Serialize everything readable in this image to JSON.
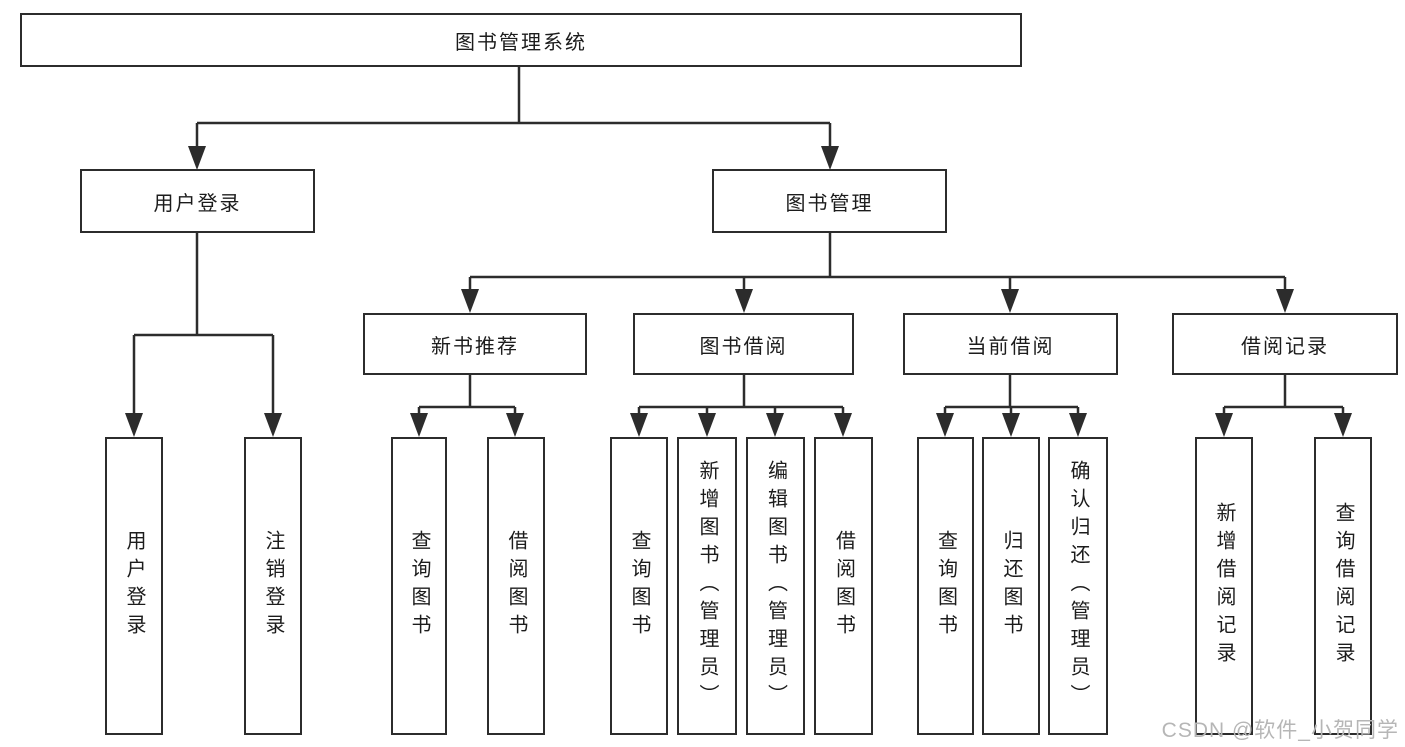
{
  "diagram": {
    "root": {
      "label": "图书管理系统"
    },
    "level2": [
      {
        "id": "user-login",
        "label": "用户登录"
      },
      {
        "id": "book-management",
        "label": "图书管理"
      }
    ],
    "level3": [
      {
        "id": "new-book-recommend",
        "label": "新书推荐"
      },
      {
        "id": "book-borrow",
        "label": "图书借阅"
      },
      {
        "id": "current-borrow",
        "label": "当前借阅"
      },
      {
        "id": "borrow-records",
        "label": "借阅记录"
      }
    ],
    "leaves": {
      "user_login": [
        "用户登录",
        "注销登录"
      ],
      "new_book_recommend": [
        "查询图书",
        "借阅图书"
      ],
      "book_borrow": [
        "查询图书",
        "新增图书（管理员）",
        "编辑图书（管理员）",
        "借阅图书"
      ],
      "current_borrow": [
        "查询图书",
        "归还图书",
        "确认归还（管理员）"
      ],
      "borrow_records": [
        "新增借阅记录",
        "查询借阅记录"
      ]
    },
    "watermark": "CSDN @软件_小贺同学",
    "colors": {
      "line": "#2c2c2c",
      "text": "#1c1c1c",
      "watermark": "#b6b6b6",
      "background": "#ffffff"
    }
  }
}
